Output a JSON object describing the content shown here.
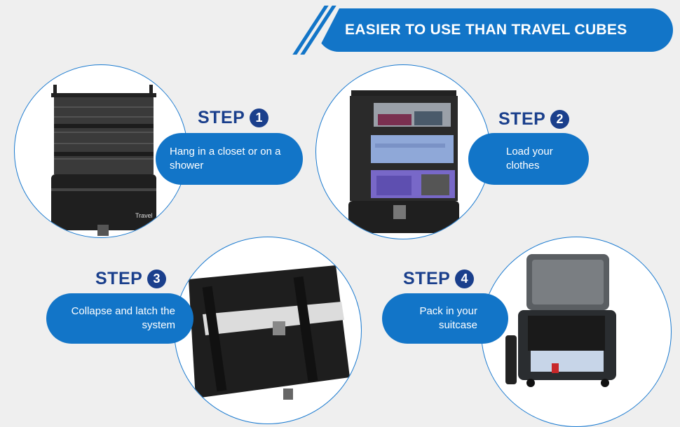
{
  "header": {
    "title": "EASIER TO USE THAN TRAVEL CUBES"
  },
  "steps": [
    {
      "word": "STEP",
      "number": "1",
      "text": "Hang in a closet or on a shower"
    },
    {
      "word": "STEP",
      "number": "2",
      "text": "Load your clothes"
    },
    {
      "word": "STEP",
      "number": "3",
      "text": "Collapse and latch the system"
    },
    {
      "word": "STEP",
      "number": "4",
      "text": "Pack in your suitcase"
    }
  ],
  "product": {
    "brand_label": "Travel"
  },
  "colors": {
    "accent": "#1275c8",
    "step_heading": "#1a3f8c",
    "background": "#efefef"
  }
}
